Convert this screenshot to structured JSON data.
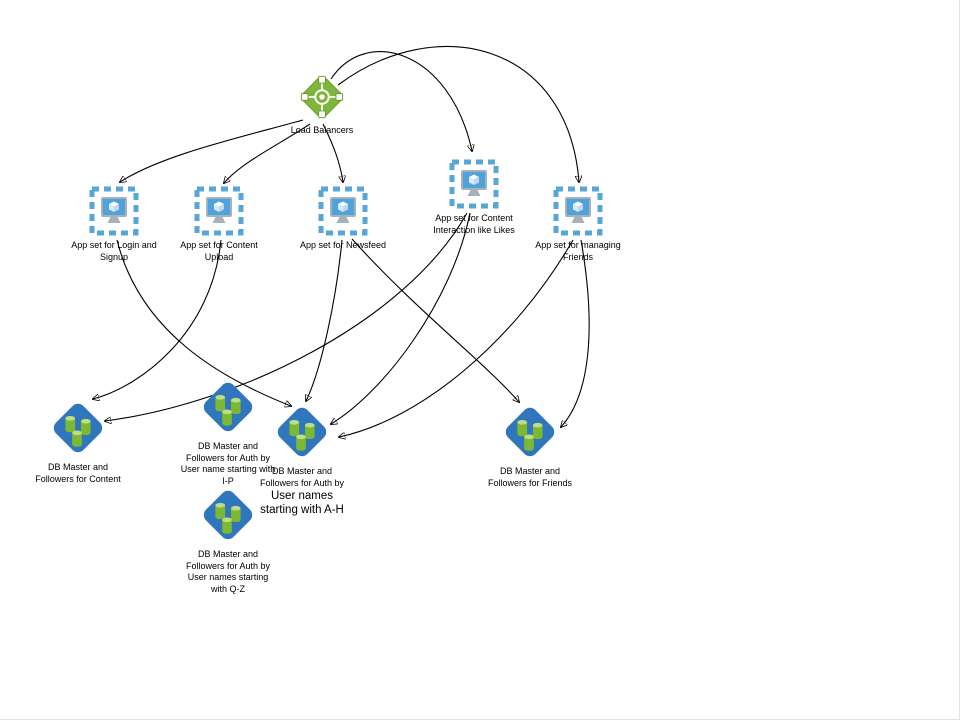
{
  "diagram": {
    "colors": {
      "lb_green": "#7fb53a",
      "app_dashed_border": "#58a6d6",
      "monitor_frame": "#a7b1b8",
      "screen_blue": "#4ea3dc",
      "db_diamond_blue": "#2f76bc",
      "cylinder_green": "#7db832",
      "cylinder_top_green": "#bede85",
      "edge_color": "#000000"
    },
    "nodes": {
      "lb": {
        "type": "load-balancer",
        "label": "Load Balancers"
      },
      "app_login": {
        "type": "app-set",
        "label": "App set for Login and Signup"
      },
      "app_upload": {
        "type": "app-set",
        "label": "App set for Content Upload"
      },
      "app_newsfeed": {
        "type": "app-set",
        "label": "App set for Newsfeed"
      },
      "app_interaction": {
        "type": "app-set",
        "label": "App set for Content Interaction like Likes"
      },
      "app_friends": {
        "type": "app-set",
        "label": "App set for managing Friends"
      },
      "db_content": {
        "type": "database",
        "label": "DB Master and Followers for Content"
      },
      "db_auth_ip": {
        "type": "database",
        "label": "DB Master and Followers for Auth by User name starting with I-P"
      },
      "db_auth_ah": {
        "type": "database",
        "label_small": "DB Master and Followers for Auth by",
        "label_large": "User names starting with A-H"
      },
      "db_auth_qz": {
        "type": "database",
        "label": "DB Master and Followers for Auth by User names starting with Q-Z"
      },
      "db_friends": {
        "type": "database",
        "label": "DB Master and Followers for Friends"
      }
    },
    "edges": [
      {
        "from": "Load Balancers",
        "to": "App set for Login and Signup"
      },
      {
        "from": "Load Balancers",
        "to": "App set for Content Upload"
      },
      {
        "from": "Load Balancers",
        "to": "App set for Newsfeed"
      },
      {
        "from": "Load Balancers",
        "to": "App set for Content Interaction like Likes"
      },
      {
        "from": "Load Balancers",
        "to": "App set for managing Friends"
      },
      {
        "from": "App set for Login and Signup",
        "to": "DB Master and Followers for Auth by User names starting with A-H"
      },
      {
        "from": "App set for Content Upload",
        "to": "DB Master and Followers for Content"
      },
      {
        "from": "App set for Newsfeed",
        "to": "DB Master and Followers for Auth by User names starting with A-H"
      },
      {
        "from": "App set for Newsfeed",
        "to": "DB Master and Followers for Friends"
      },
      {
        "from": "App set for Content Interaction like Likes",
        "to": "DB Master and Followers for Content"
      },
      {
        "from": "App set for Content Interaction like Likes",
        "to": "DB Master and Followers for Auth by User names starting with A-H"
      },
      {
        "from": "App set for managing Friends",
        "to": "DB Master and Followers for Friends"
      },
      {
        "from": "App set for managing Friends",
        "to": "DB Master and Followers for Auth by User names starting with A-H"
      }
    ]
  }
}
